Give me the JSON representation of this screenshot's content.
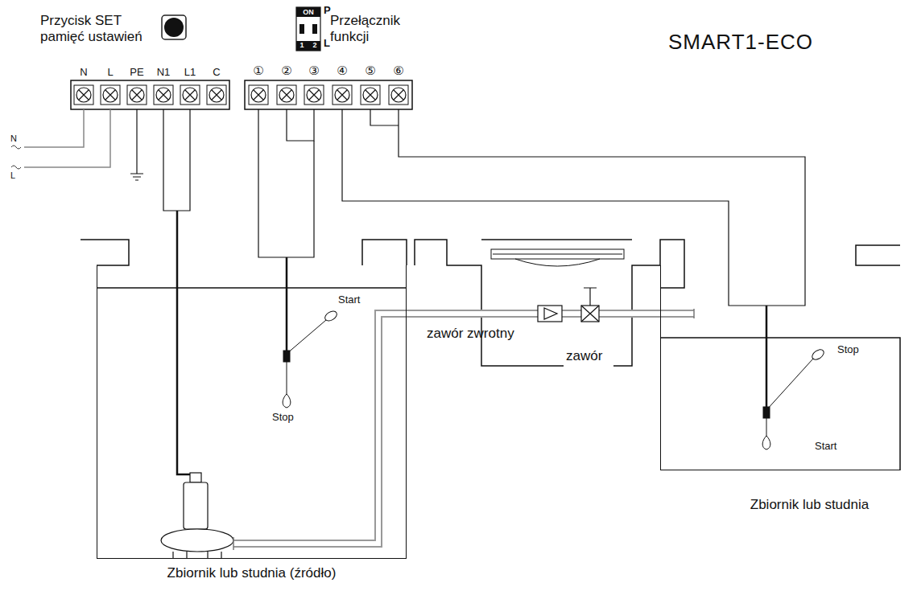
{
  "diagram": {
    "title": "SMART1-ECO",
    "nodes": [
      {
        "text": [
          "Zbiornik lub studnia (źródło)"
        ]
      },
      {
        "text": [
          "Zbiornik lub studnia"
        ]
      }
    ],
    "edges": [
      {
        "from": 0,
        "to": 1,
        "arrow": "none"
      }
    ],
    "labels": [
      "Przycisk SET pamięć ustawień",
      "ON",
      "P",
      "1",
      "2",
      "L",
      "Przełącznik funkcji",
      "N",
      "L",
      "PE",
      "N1",
      "L1",
      "C",
      "①",
      "②",
      "③",
      "④",
      "⑤",
      "⑥",
      "N",
      "L",
      "Start",
      "Stop",
      "zawór zwrotny",
      "zawór",
      "Stop",
      "Start"
    ]
  }
}
